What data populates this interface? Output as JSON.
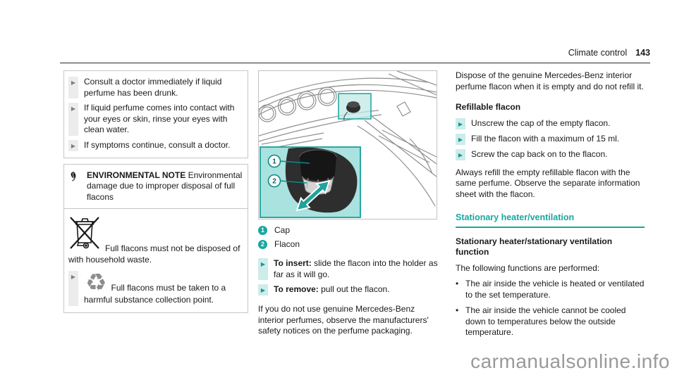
{
  "colors": {
    "accent_teal": "#18a79f",
    "accent_teal_light": "#cdecea",
    "inset_background": "#a9e2df",
    "watermark_gray": "#9a9a9a"
  },
  "header": {
    "section_title": "Climate control",
    "page_number": "143"
  },
  "left_column": {
    "warning_box_items": [
      "Consult a doctor immediately if liquid perfume has been drunk.",
      "If liquid perfume comes into contact with your eyes or skin, rinse your eyes with clean water.",
      "If symptoms continue, consult a doctor."
    ],
    "environmental_note": {
      "label": "ENVIRONMENTAL NOTE",
      "text": "Environmental damage due to improper disposal of full flacons"
    },
    "disposal_household": "Full flacons must not be disposed of with household waste.",
    "disposal_collection": "Full flacons must be taken to a harmful substance collection point."
  },
  "figure": {
    "callouts": {
      "one": "1",
      "two": "2"
    },
    "legend": [
      {
        "number": "1",
        "label": "Cap"
      },
      {
        "number": "2",
        "label": "Flacon"
      }
    ]
  },
  "middle_column": {
    "insert_step": {
      "label": "To insert:",
      "text": " slide the flacon into the holder as far as it will go."
    },
    "remove_step": {
      "label": "To remove:",
      "text": " pull out the flacon."
    },
    "note": "If you do not use genuine Mercedes-Benz interior perfumes, observe the manufacturers' safety notices on the perfume packaging."
  },
  "right_column": {
    "dispose_paragraph": "Dispose of the genuine Mercedes-Benz interior perfume flacon when it is empty and do not refill it.",
    "refillable_heading": "Refillable flacon",
    "refill_steps": [
      "Unscrew the cap of the empty flacon.",
      "Fill the flacon with a maximum of 15 ml.",
      "Screw the cap back on to the flacon."
    ],
    "refill_note": "Always refill the empty refillable flacon with the same perfume. Observe the separate informa­tion sheet with the flacon.",
    "stationary_heading": "Stationary heater/ventilation",
    "function_heading": "Stationary heater/stationary ventilation function",
    "functions_intro": "The following functions are performed:",
    "function_items": [
      "The air inside the vehicle is heated or ventila­ted to the set temperature.",
      "The air inside the vehicle cannot be cooled down to temperatures below the outside temperature."
    ]
  },
  "watermark": "carmanualsonline.info",
  "bullet_glyph": "▶",
  "dot_glyph": "•"
}
